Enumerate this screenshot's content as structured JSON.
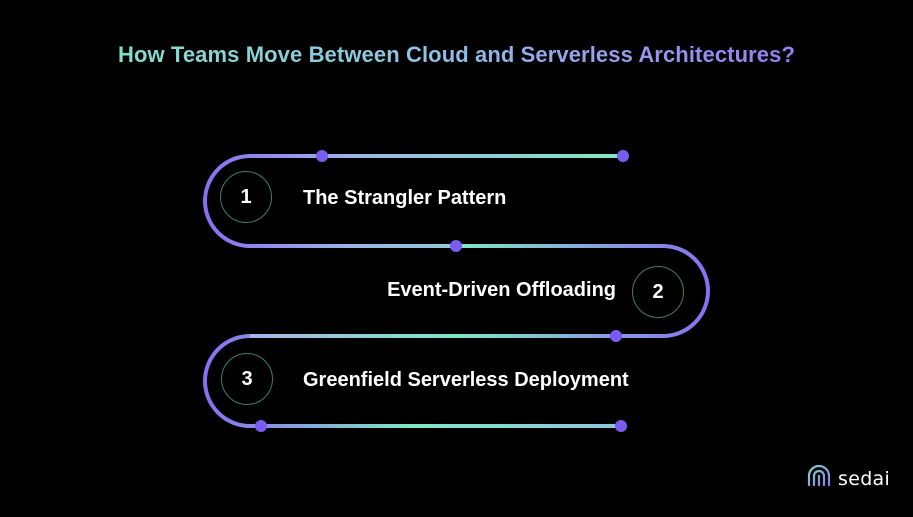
{
  "title": "How Teams Move Between Cloud and Serverless Architectures?",
  "steps": [
    {
      "number": "1",
      "label": "The Strangler Pattern"
    },
    {
      "number": "2",
      "label": "Event-Driven Offloading"
    },
    {
      "number": "3",
      "label": "Greenfield Serverless Deployment"
    }
  ],
  "logo": {
    "text": "sedai",
    "icon": "sedai-logo-icon"
  },
  "colors": {
    "accent_green": "#7fe8c4",
    "accent_purple": "#8a6ef2",
    "dot": "#7a5cf0",
    "background": "#000000"
  }
}
